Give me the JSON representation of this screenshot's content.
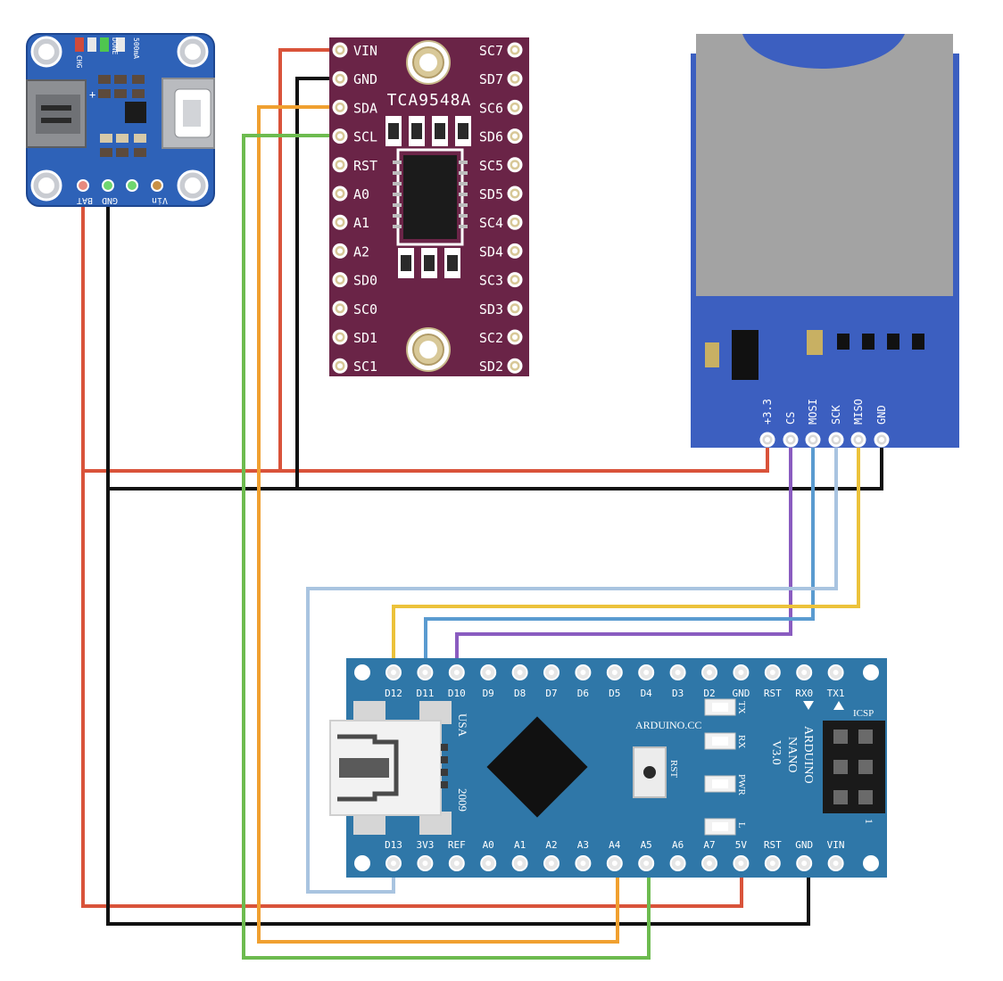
{
  "charger": {
    "top_labels": [
      "CHG",
      "DONE",
      "500mA"
    ],
    "bottom_labels": [
      "BAT",
      "GND",
      "Vin"
    ],
    "plus_mark": "+"
  },
  "mux": {
    "title": "TCA9548A",
    "left_pins": [
      "VIN",
      "GND",
      "SDA",
      "SCL",
      "RST",
      "A0",
      "A1",
      "A2",
      "SD0",
      "SC0",
      "SD1",
      "SC1"
    ],
    "right_pins": [
      "SC7",
      "SD7",
      "SC6",
      "SD6",
      "SC5",
      "SD5",
      "SC4",
      "SD4",
      "SC3",
      "SD3",
      "SC2",
      "SD2"
    ]
  },
  "sd_module": {
    "pins": [
      "+3.3",
      "CS",
      "MOSI",
      "SCK",
      "MISO",
      "GND"
    ]
  },
  "nano": {
    "top_pins": [
      "D12",
      "D11",
      "D10",
      "D9",
      "D8",
      "D7",
      "D6",
      "D5",
      "D4",
      "D3",
      "D2",
      "GND",
      "RST",
      "RX0",
      "TX1"
    ],
    "bottom_pins": [
      "D13",
      "3V3",
      "REF",
      "A0",
      "A1",
      "A2",
      "A3",
      "A4",
      "A5",
      "A6",
      "A7",
      "5V",
      "RST",
      "GND",
      "VIN"
    ],
    "usb_text": "USA",
    "year_text": "2009",
    "site_text": "ARDUINO.CC",
    "rst_text": "RST",
    "led_labels": [
      "TX",
      "RX",
      "PWR",
      "L"
    ],
    "model_lines": [
      "ARDUINO",
      "NANO",
      "V3.0"
    ],
    "icsp_text": "ICSP",
    "icsp_pin1": "1"
  },
  "colors": {
    "red": "#d9533a",
    "black": "#111111",
    "orange": "#f0a030",
    "green": "#6dbb4f",
    "purple": "#8a5cc0",
    "blue": "#5a9bd0",
    "lightblue": "#a9c4e0",
    "yellow": "#ecc23a",
    "mux_board": "#6a2447",
    "nano_board": "#2f77a8",
    "charger_board": "#2e62b8",
    "sd_board": "#3c5fc0"
  }
}
